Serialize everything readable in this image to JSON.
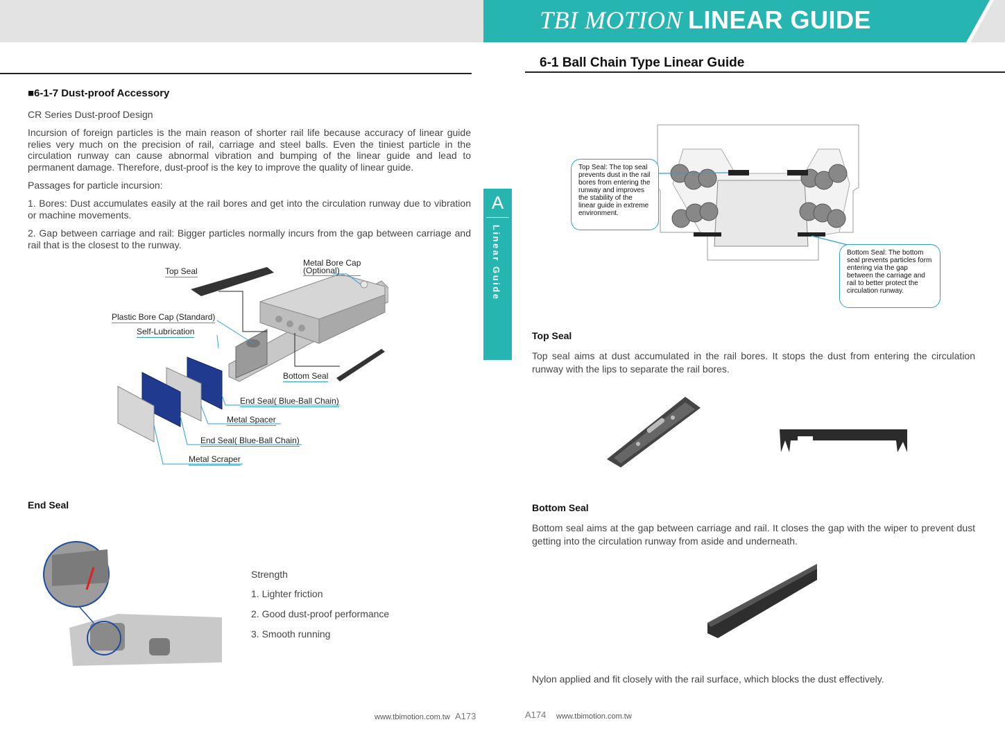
{
  "header": {
    "brand_italic": "TBI MOTION",
    "brand_bold": "LINEAR GUIDE",
    "right_title": "6-1 Ball Chain Type Linear Guide"
  },
  "side_tab": {
    "letter": "A",
    "label": "Linear Guide"
  },
  "left": {
    "section_title": "■6-1-7 Dust-proof Accessory",
    "subtitle": "CR Series Dust-proof Design",
    "intro": "Incursion of foreign particles is the main reason of shorter rail life because accuracy of linear guide relies very much on the precision of rail, carriage and steel balls. Even the tiniest particle in the circulation runway can cause abnormal vibration and bumping of the linear guide and lead to permanent damage. Therefore, dust-proof is the key to improve the quality of linear guide.",
    "passages": "Passages for particle incursion:",
    "item1": "1. Bores: Dust accumulates easily at the rail bores and get into the circulation runway due to vibration or machine movements.",
    "item2": "2. Gap between carriage and rail: Bigger particles normally incurs from the gap between carriage and rail that is the closest to the runway.",
    "diagram_labels": {
      "top_seal": "Top Seal",
      "metal_bore_cap_1": "Metal Bore Cap",
      "metal_bore_cap_2": "(Optional)",
      "plastic_bore_cap": "Plastic Bore Cap (Standard)",
      "self_lubrication": "Self-Lubrication",
      "bottom_seal": "Bottom Seal",
      "end_seal_1": "End Seal( Blue-Ball Chain)",
      "metal_spacer": "Metal Spacer",
      "end_seal_2": "End Seal( Blue-Ball Chain)",
      "metal_scraper": "Metal Scraper"
    },
    "end_seal_heading": "End Seal",
    "strength": {
      "heading": "Strength",
      "items": [
        "1. Lighter friction",
        "2. Good dust-proof performance",
        "3. Smooth running"
      ]
    },
    "footer_url": "www.tbimotion.com.tw",
    "page": "A173"
  },
  "right": {
    "callout_top": "Top Seal: The top seal prevents dust in the rail bores from entering the runway and improves the stability of the linear guide in extreme environment.",
    "callout_bottom": "Bottom Seal: The bottom seal prevents particles form entering via the gap between the carriage and rail to better protect the circulation runway.",
    "top_seal_heading": "Top Seal",
    "top_seal_text": "Top seal aims at dust accumulated in the rail bores. It stops the dust from entering the circulation runway with the lips to separate the rail bores.",
    "bottom_seal_heading": "Bottom Seal",
    "bottom_seal_text": "Bottom seal aims at the gap between carriage and rail. It closes the gap with the wiper to prevent dust getting into the circulation runway from aside and underneath.",
    "nylon_text": "Nylon applied and fit closely with the rail surface, which blocks the dust effectively.",
    "page": "A174",
    "footer_url": "www.tbimotion.com.tw"
  },
  "colors": {
    "teal": "#26b5b0",
    "header_gray": "#e3e3e3",
    "callout_blue": "#2a9fd6",
    "seal_blue": "#1f3a8f"
  }
}
